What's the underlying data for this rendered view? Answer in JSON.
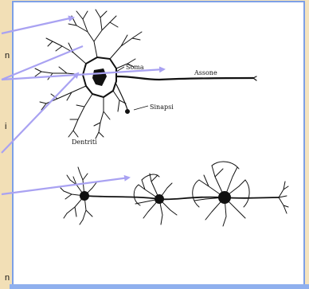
{
  "labels": {
    "soma": "Soma",
    "axon": "Assone",
    "synapse": "Sinapsi",
    "dendrites": "Dentriti"
  },
  "left_strip_chars": [
    "n",
    "i",
    "n"
  ],
  "colors": {
    "background": "#f4e3bd",
    "frame_border": "#7da0e6",
    "pointer_line": "#a9a2f2",
    "ink": "#111111"
  }
}
